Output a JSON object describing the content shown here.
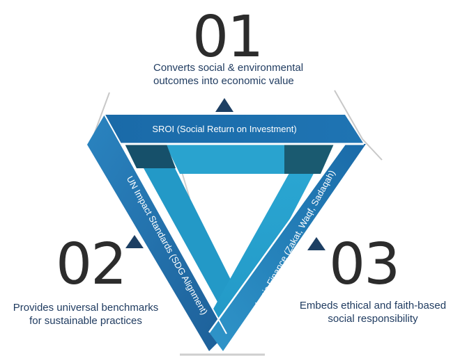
{
  "items": [
    {
      "number": "01",
      "title": "SROI (Social Return on Investment)",
      "description_lines": [
        "Converts social & environmental",
        "outcomes into economic value"
      ]
    },
    {
      "number": "02",
      "title": "UN Impact Standards (SDG Alignment)",
      "description_lines": [
        "Provides universal benchmarks",
        "for sustainable practices"
      ]
    },
    {
      "number": "03",
      "title": "Islamic Finance (Zakat, Waqf, Sadaqah)",
      "description_lines": [
        "Embeds ethical and faith-based",
        "social responsibility"
      ]
    }
  ],
  "colors": {
    "band_top": "#1e73b0",
    "band_left": "#2478b5",
    "band_right": "#2d8fc4",
    "inner_light": "#29a3cf",
    "inner_dark": "#16506a",
    "marker": "#1d3f63",
    "number_text": "#2c2c2c",
    "description_text": "#1e3a5f"
  }
}
